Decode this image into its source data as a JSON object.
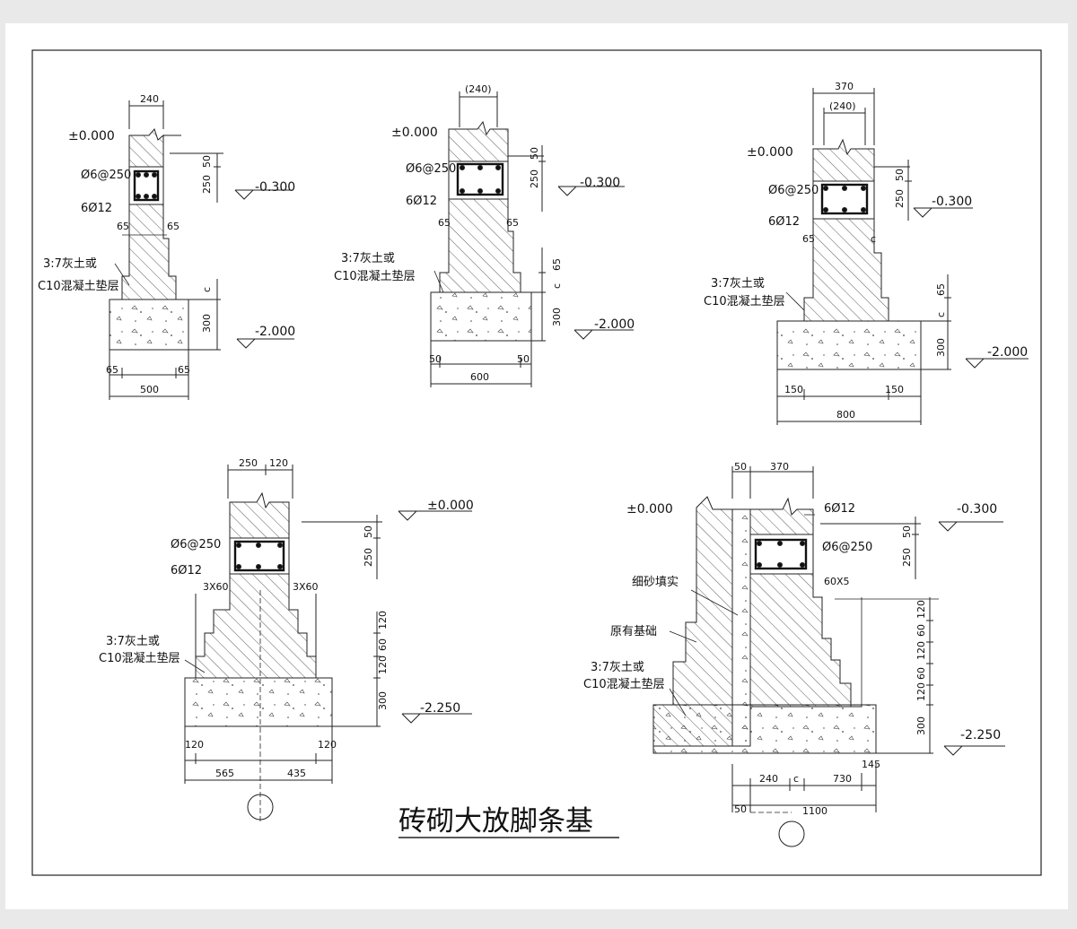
{
  "title": "砖砌大放脚条基",
  "details": {
    "d1": {
      "top_dim": "240",
      "elev_top": "±0.000",
      "stirrup": "Ø6@250",
      "bars": "6Ø12",
      "h50": "50",
      "h250": "250",
      "elev_beam": "-0.300",
      "off_l": "65",
      "off_r": "65",
      "hc": "c",
      "h300": "300",
      "elev_base": "-2.000",
      "bot_l": "65",
      "bot_r": "65",
      "bot_total": "500",
      "cushion_1": "3:7灰土或",
      "cushion_2": "C10混凝土垫层"
    },
    "d2": {
      "top_dim": "(240)",
      "elev_top": "±0.000",
      "stirrup": "Ø6@250",
      "bars": "6Ø12",
      "h50": "50",
      "h250": "250",
      "elev_beam": "-0.300",
      "off_l": "65",
      "off_r": "65",
      "h65": "65",
      "hc": "c",
      "h300": "300",
      "elev_base": "-2.000",
      "bot_l": "50",
      "bot_r": "50",
      "bot_total": "600",
      "cushion_1": "3:7灰土或",
      "cushion_2": "C10混凝土垫层"
    },
    "d3": {
      "top_dim": "370",
      "top_dim2": "(240)",
      "elev_top": "±0.000",
      "stirrup": "Ø6@250",
      "bars": "6Ø12",
      "h50": "50",
      "h250": "250",
      "elev_beam": "-0.300",
      "off_l": "65",
      "off_r": "c",
      "h65": "65",
      "hc": "c",
      "h300": "300",
      "elev_base": "-2.000",
      "bot_l": "150",
      "bot_r": "150",
      "bot_total": "800",
      "cushion_1": "3:7灰土或",
      "cushion_2": "C10混凝土垫层"
    },
    "d4": {
      "top_l": "250",
      "top_r": "120",
      "elev_top": "±0.000",
      "stirrup": "Ø6@250",
      "bars": "6Ø12",
      "h50": "50",
      "h250": "250",
      "step_l": "3X60",
      "step_r": "3X60",
      "h120a": "120",
      "h60a": "60",
      "h120b": "120",
      "h300": "300",
      "elev_base": "-2.250",
      "bot_l": "120",
      "bot_r": "120",
      "bot_left": "565",
      "bot_right": "435",
      "cushion_1": "3:7灰土或",
      "cushion_2": "C10混凝土垫层"
    },
    "d5": {
      "top_l": "50",
      "top_r": "370",
      "elev_top": "±0.000",
      "bars": "6Ø12",
      "stirrup": "Ø6@250",
      "elev_beam": "-0.300",
      "h50": "50",
      "h250": "250",
      "step": "60X5",
      "h120a": "120",
      "h60a": "60",
      "h120b": "120",
      "h60b": "60",
      "h120c": "120",
      "h300": "300",
      "elev_base": "-2.250",
      "fill_label": "细砂填实",
      "old_label": "原有基础",
      "bot_a": "240",
      "bot_c": "c",
      "bot_b": "730",
      "bot_145": "145",
      "bot_50": "50",
      "bot_total": "1100",
      "cushion_1": "3:7灰土或",
      "cushion_2": "C10混凝土垫层"
    }
  }
}
